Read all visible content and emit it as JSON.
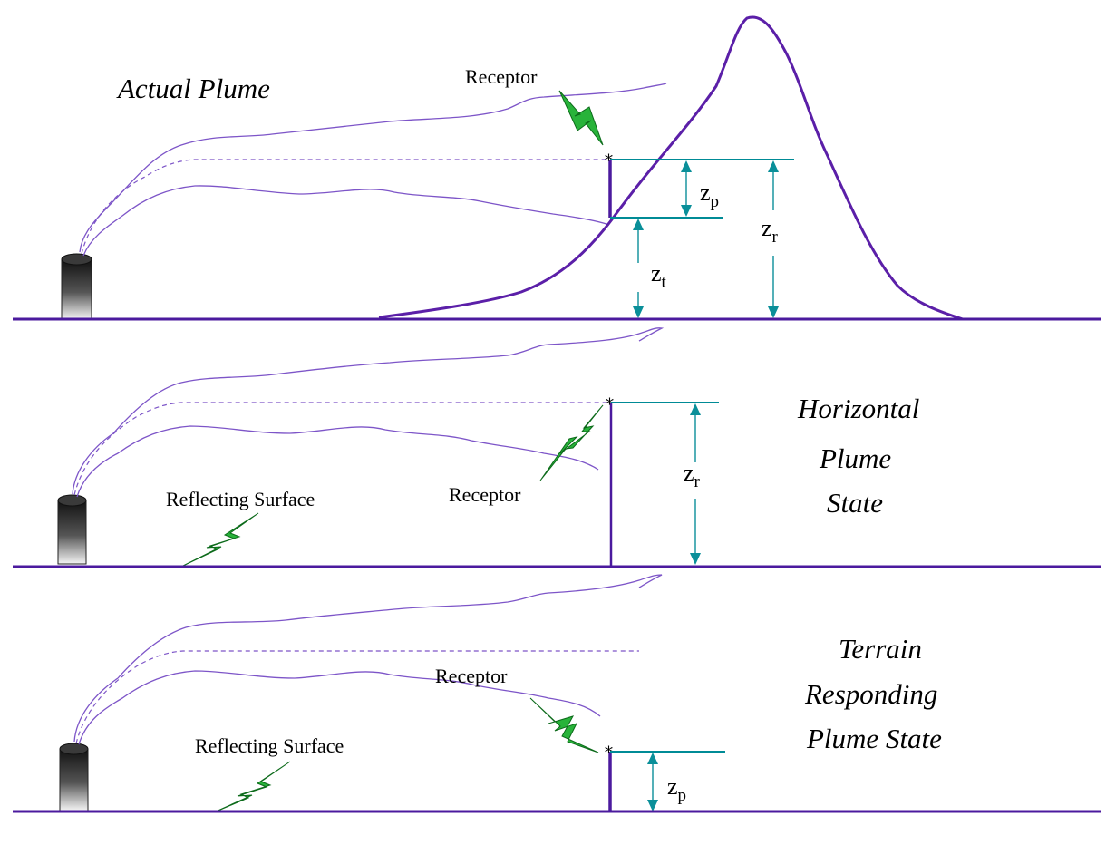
{
  "panels": {
    "actual": {
      "title": "Actual Plume",
      "receptor_label": "Receptor",
      "zp": {
        "base": "z",
        "sub": "p"
      },
      "zr": {
        "base": "z",
        "sub": "r"
      },
      "zt": {
        "base": "z",
        "sub": "t"
      }
    },
    "horizontal": {
      "title_lines": [
        "Horizontal",
        "Plume",
        "State"
      ],
      "receptor_label": "Receptor",
      "surface_label": "Reflecting Surface",
      "zr": {
        "base": "z",
        "sub": "r"
      }
    },
    "terrain": {
      "title_lines": [
        "Terrain",
        "Responding",
        "Plume State"
      ],
      "receptor_label": "Receptor",
      "surface_label": "Reflecting Surface",
      "zp": {
        "base": "z",
        "sub": "p"
      }
    }
  },
  "colors": {
    "ground": "#4b1a9e",
    "plume": "#7d55c8",
    "dimension": "#008b96",
    "bolt": "#28b33a"
  },
  "icons": [
    "smokestack-icon",
    "lightning-pointer-icon",
    "receptor-star-icon"
  ]
}
